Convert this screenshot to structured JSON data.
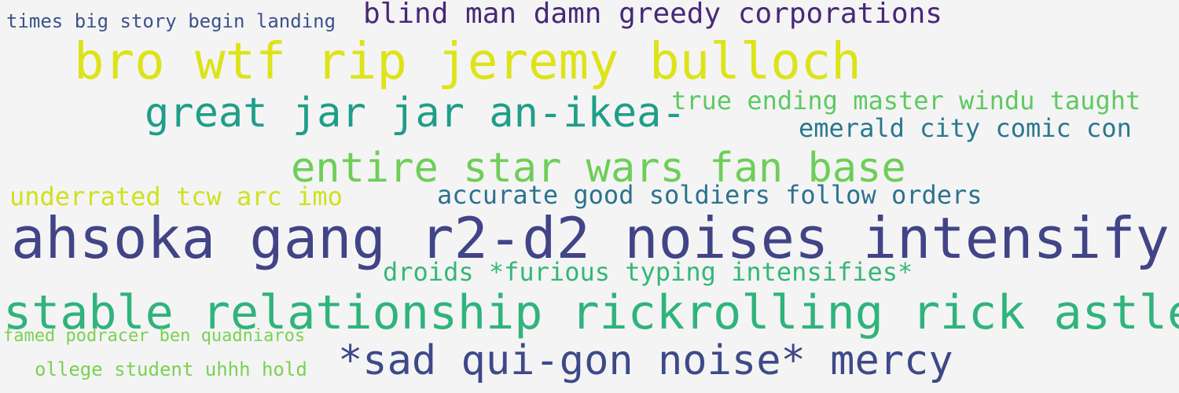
{
  "word_cloud": {
    "background": "#f4f4f4",
    "phrases": [
      {
        "text": "times big story begin landing",
        "color": "#3b528b"
      },
      {
        "text": "blind man damn greedy corporations",
        "color": "#482878"
      },
      {
        "text": "bro wtf rip jeremy bulloch",
        "color": "#dde318"
      },
      {
        "text": "great jar jar an-ikea-",
        "color": "#1f9e89"
      },
      {
        "text": "true ending master windu taught",
        "color": "#5ec962"
      },
      {
        "text": "emerald city comic con",
        "color": "#2a788e"
      },
      {
        "text": "entire star wars fan base",
        "color": "#6ece58"
      },
      {
        "text": "underrated tcw arc imo",
        "color": "#d0e11c"
      },
      {
        "text": "accurate good soldiers follow orders",
        "color": "#2c728e"
      },
      {
        "text": "ahsoka gang r2-d2 noises intensify",
        "color": "#414487"
      },
      {
        "text": "droids *furious typing intensifies*",
        "color": "#35b779"
      },
      {
        "text": "stable relationship rickrolling rick astley",
        "color": "#2fb47c"
      },
      {
        "text": "famed podracer ben quadniaros",
        "color": "#7ad151"
      },
      {
        "text": "*sad qui-gon noise* mercy",
        "color": "#3e4989"
      },
      {
        "text": "ollege student uhhh hold",
        "color": "#7ad151"
      }
    ]
  }
}
